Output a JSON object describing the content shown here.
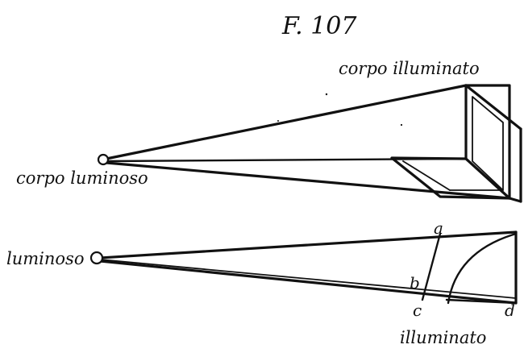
{
  "figure": {
    "title": "F. 107",
    "ink_color": "#111111",
    "paper_color": "#ffffff",
    "top_diagram": {
      "source_label": "corpo luminoso",
      "body_label": "corpo illuminato"
    },
    "bottom_diagram": {
      "source_label": "luminoso",
      "target_label": "illuminato",
      "point_labels": {
        "a": "a",
        "b": "b",
        "c": "c",
        "d": "d"
      }
    }
  }
}
